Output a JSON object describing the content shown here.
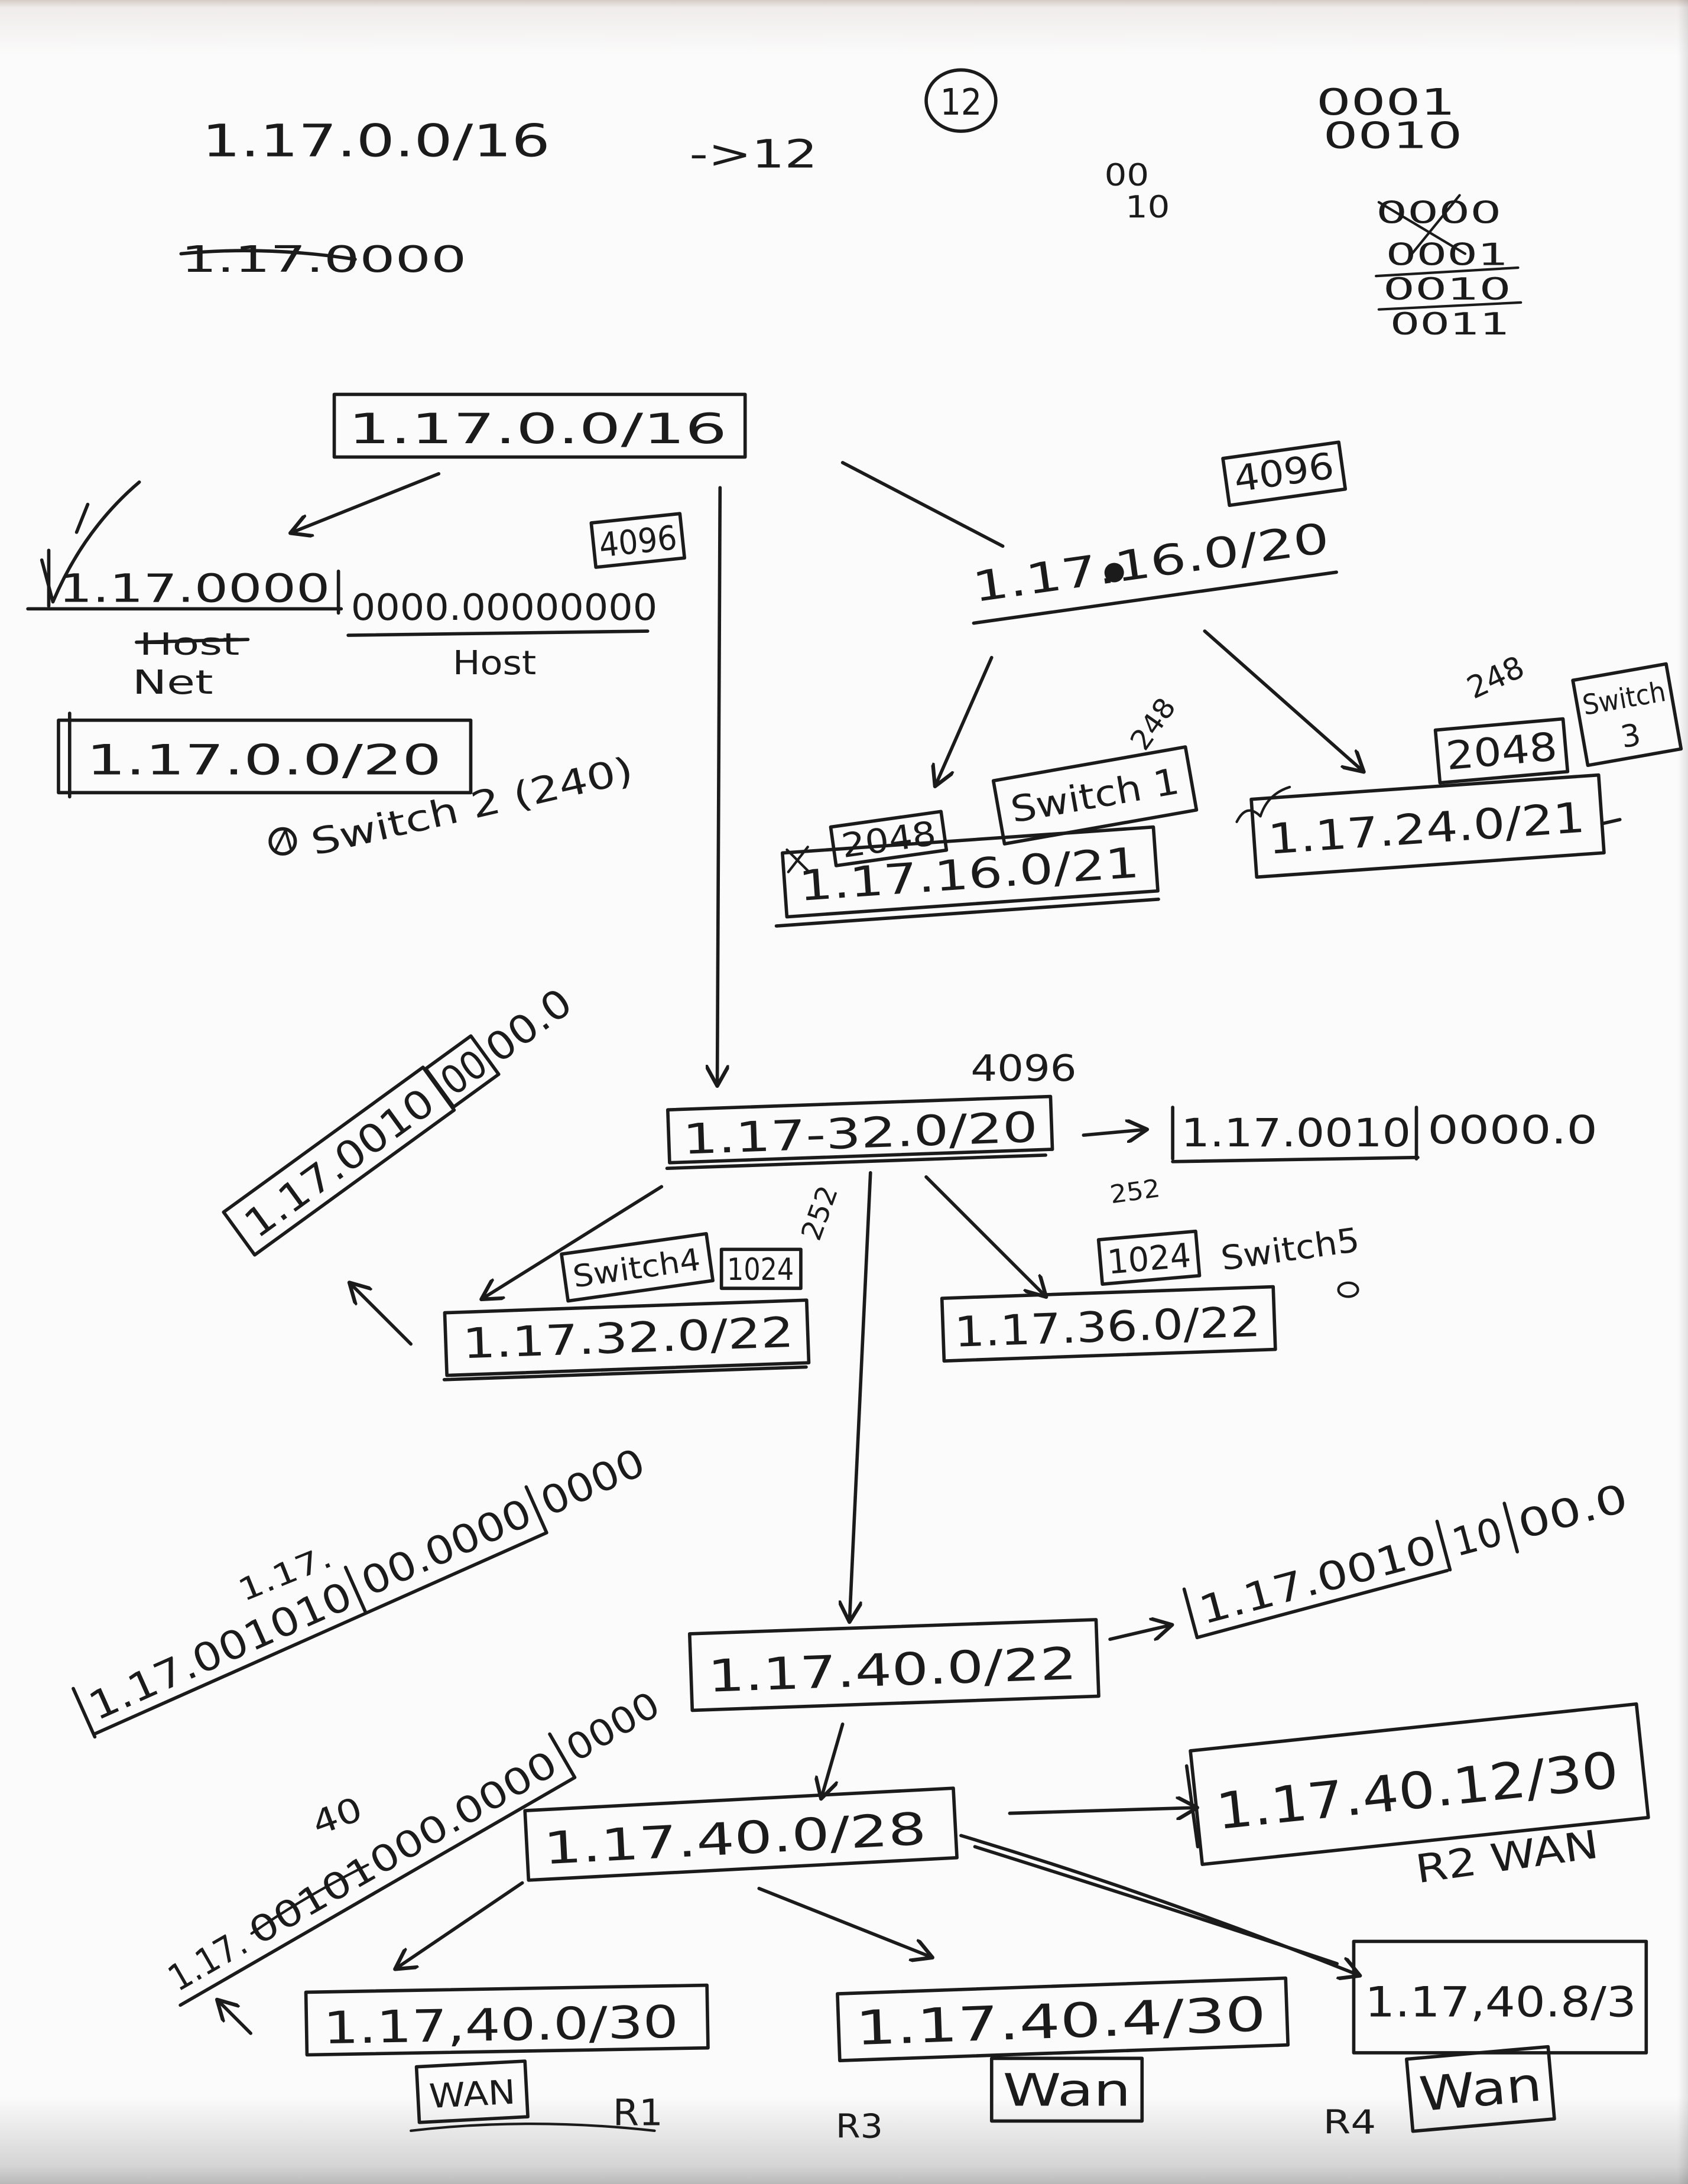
{
  "page": {
    "paper_color": "#fbfbfb",
    "ink_color": "#1b1b1b"
  },
  "top_notes": {
    "network": "1.17.0.0/16",
    "arrow_note": "->12",
    "circled_number": "12",
    "bits_pair": [
      "00",
      "10"
    ],
    "bits_top_right": [
      "0001",
      "0010"
    ],
    "bits_stack": [
      "0000",
      "0001",
      "0010",
      "0011"
    ],
    "struck_note": "1.17.0000"
  },
  "root": {
    "label": "1.17.0.0/16"
  },
  "left_branch": {
    "size_badge": "4096",
    "net_part": "1.17.0000",
    "host_part": "0000.00000000",
    "struck_label": "Host",
    "net_label": "Net",
    "host_label": "Host",
    "subnet": "1.17.0.0/20",
    "switch_note": "Switch 2 (240)"
  },
  "right_branch": {
    "size_badge": "4096",
    "subnet": "1.17.16.0/20",
    "left_child": {
      "hosts_note": "248",
      "size_badge": "2048",
      "switch_label": "Switch 1",
      "subnet": "1.17.16.0/21"
    },
    "right_child": {
      "hosts_note": "248",
      "size_badge": "2048",
      "switch_label_lines": [
        "Switch",
        "3"
      ],
      "subnet": "1.17.24.0/21"
    }
  },
  "middle_branch": {
    "size_note": "4096",
    "subnet": "1.17-32.0/20",
    "binary_right": {
      "net": "1.17.0010",
      "rest": "0000.0"
    },
    "binary_left": {
      "net": "1.17.0010",
      "sub": "00",
      "rest": "00.0"
    },
    "left_child": {
      "hosts_note": "252",
      "switch_label": "Switch4",
      "size_badge": "1024",
      "subnet": "1.17.32.0/22"
    },
    "right_child": {
      "hosts_note": "252",
      "size_badge": "1024",
      "switch_label": "Switch5",
      "subnet": "1.17.36.0/22"
    }
  },
  "lower_branch": {
    "subnet": "1.17.40.0/22",
    "prefix_note": "1.17.",
    "binary_left": {
      "net": "1.17.001010",
      "sub": "00.0000",
      "rest": "0000"
    },
    "binary_right": {
      "net": "1.17.0010",
      "sub": "10",
      "rest": "00.0"
    },
    "wan_block": {
      "subnet": "1.17.40.12/30",
      "label": "R2 WAN"
    },
    "p2p_block": {
      "subnet": "1.17.40.0/28",
      "octet_note": "40",
      "binary": {
        "prefix": "1.17.",
        "net": "00101000.0000",
        "rest": "0000"
      },
      "links": [
        {
          "subnet": "1.17,40.0/30",
          "tag": "WAN",
          "router": "R1"
        },
        {
          "subnet": "1.17.40.4/30",
          "tag": "Wan",
          "router": "R3"
        },
        {
          "subnet": "1.17,40.8/3",
          "tag": "Wan",
          "router": "R4"
        }
      ]
    }
  }
}
